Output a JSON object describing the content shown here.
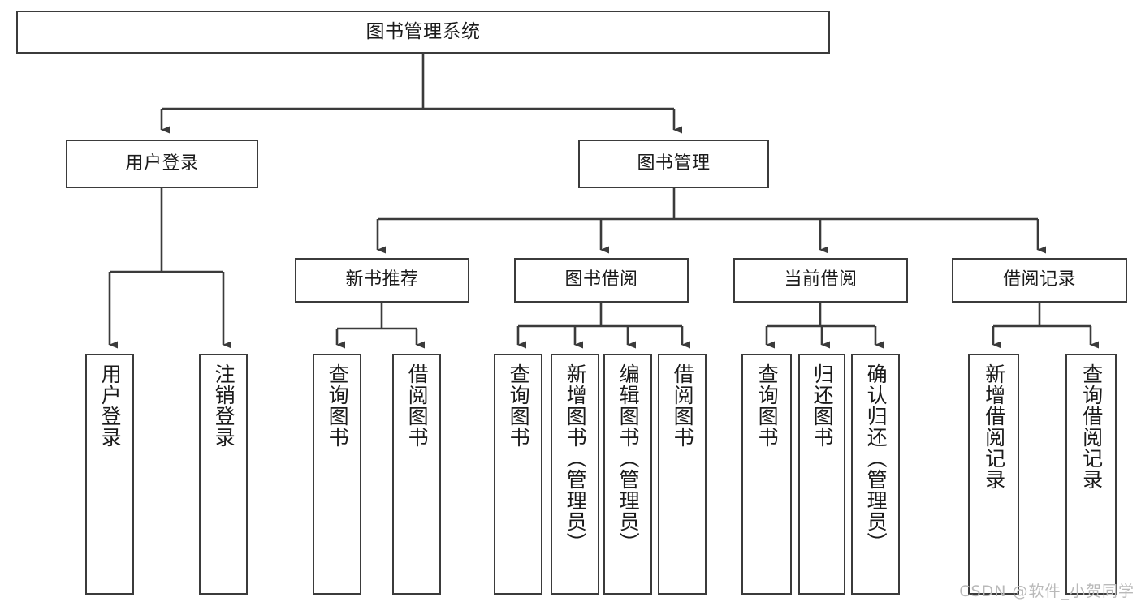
{
  "diagram": {
    "title_node": {
      "label": "图书管理系统"
    },
    "level1": [
      {
        "id": "user-login",
        "label": "用户登录"
      },
      {
        "id": "book-manage",
        "label": "图书管理"
      }
    ],
    "level2": [
      {
        "id": "new-book-rec",
        "label": "新书推荐"
      },
      {
        "id": "book-borrow",
        "label": "图书借阅"
      },
      {
        "id": "current-borrow",
        "label": "当前借阅"
      },
      {
        "id": "borrow-record",
        "label": "借阅记录"
      }
    ],
    "leaves": [
      {
        "id": "leaf-user-login",
        "label": "用户登录"
      },
      {
        "id": "leaf-logout",
        "label": "注销登录"
      },
      {
        "id": "leaf-query-book-1",
        "label": "查询图书"
      },
      {
        "id": "leaf-borrow-book-1",
        "label": "借阅图书"
      },
      {
        "id": "leaf-query-book-2",
        "label": "查询图书"
      },
      {
        "id": "leaf-add-book",
        "label": "新增图书（管理员）"
      },
      {
        "id": "leaf-edit-book",
        "label": "编辑图书（管理员）"
      },
      {
        "id": "leaf-borrow-book-2",
        "label": "借阅图书"
      },
      {
        "id": "leaf-query-book-3",
        "label": "查询图书"
      },
      {
        "id": "leaf-return-book",
        "label": "归还图书"
      },
      {
        "id": "leaf-confirm-return",
        "label": "确认归还（管理员）"
      },
      {
        "id": "leaf-add-record",
        "label": "新增借阅记录"
      },
      {
        "id": "leaf-query-record",
        "label": "查询借阅记录"
      }
    ],
    "watermark": "CSDN @软件_小贺同学",
    "colors": {
      "stroke": "#3b3b3b",
      "fill": "#ffffff",
      "text": "#1b1b1b",
      "watermark": "#b9b9b9"
    }
  }
}
